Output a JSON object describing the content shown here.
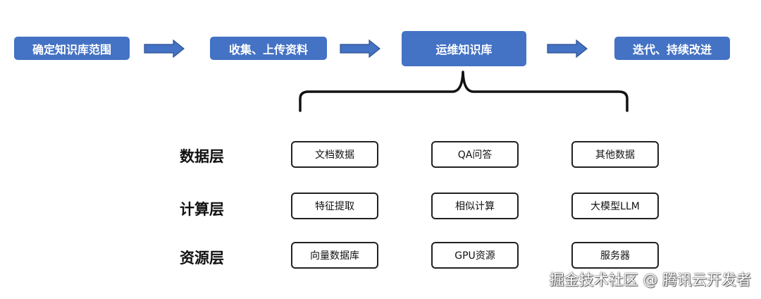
{
  "flow": {
    "steps": [
      {
        "label": "确定知识库范围"
      },
      {
        "label": "收集、上传资料"
      },
      {
        "label": "运维知识库"
      },
      {
        "label": "迭代、持续改进"
      }
    ]
  },
  "layers": [
    {
      "name": "数据层",
      "items": [
        "文档数据",
        "QA问答",
        "其他数据"
      ]
    },
    {
      "name": "计算层",
      "items": [
        "特征提取",
        "相似计算",
        "大模型LLM"
      ]
    },
    {
      "name": "资源层",
      "items": [
        "向量数据库",
        "GPU资源",
        "服务器"
      ]
    }
  ],
  "watermark": "掘金技术社区 @ 腾讯云开发者",
  "colors": {
    "step_fill": "#4472c4",
    "arrow_fill": "#4472c4",
    "arrow_stroke": "#2f528f",
    "box_border": "#222222"
  }
}
